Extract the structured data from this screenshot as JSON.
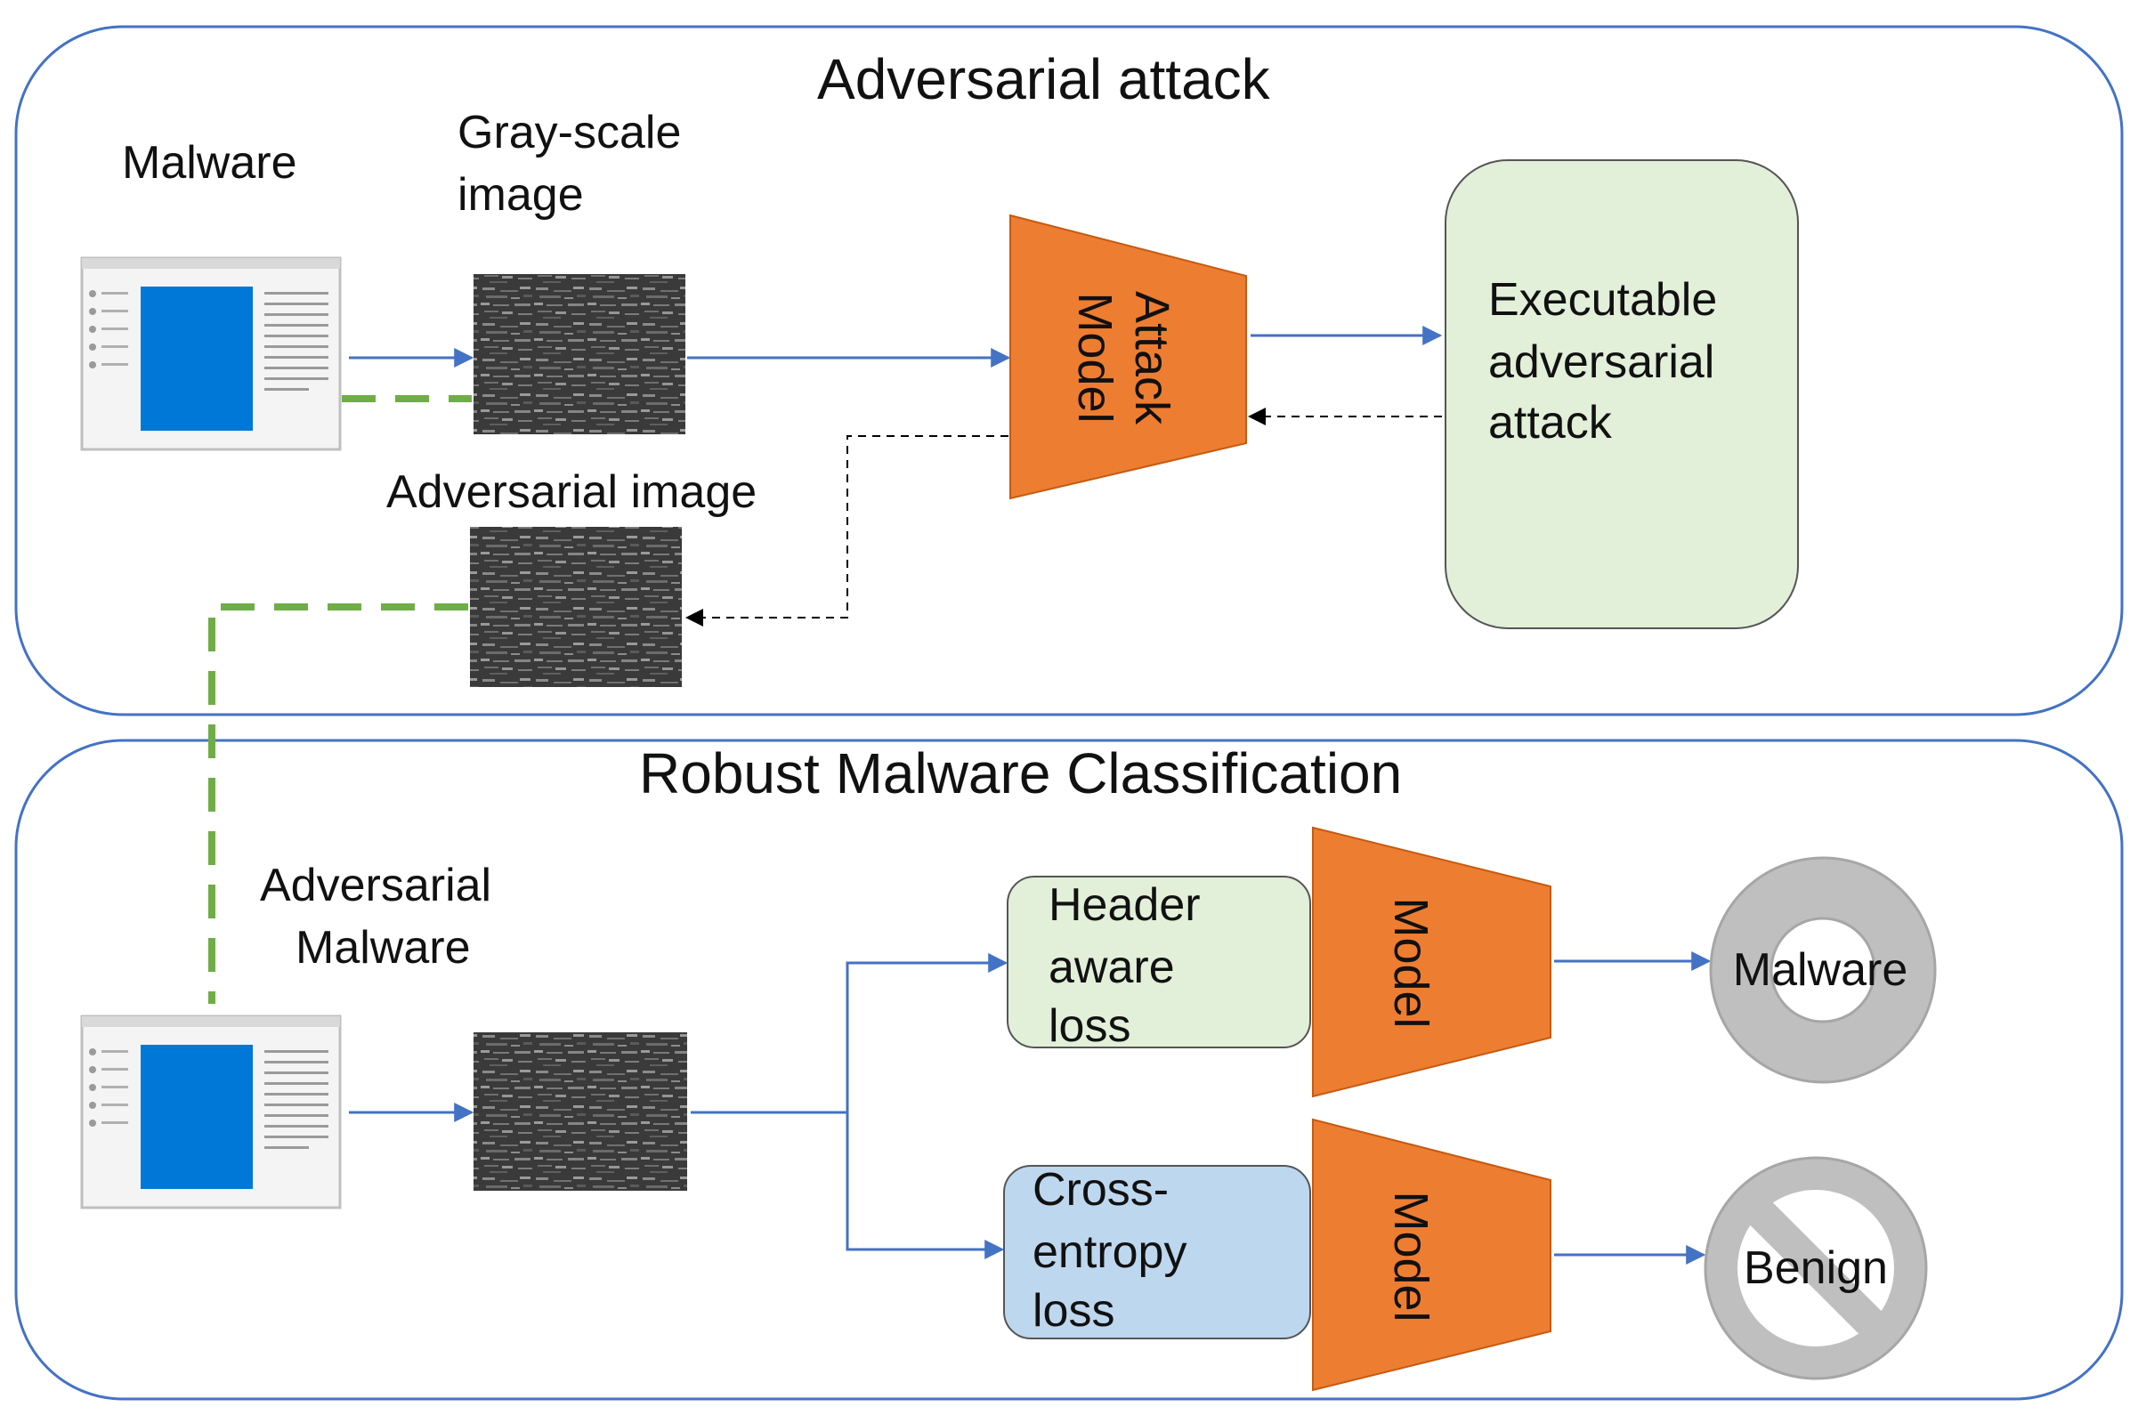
{
  "colors": {
    "panel_border": "#4472C4",
    "arrow_blue": "#4472C4",
    "arrow_dashed_black": "#000000",
    "dashed_green": "#70AD47",
    "model_orange": "#ED7D31",
    "green_box": "#E2EFD9",
    "blue_box": "#BDD7EE",
    "window_blue": "#0078D7",
    "gray_icon": "#BFBFBF"
  },
  "top_panel": {
    "title": "Adversarial  attack",
    "malware_label": "Malware",
    "grayscale_label": [
      "Gray-scale",
      "image"
    ],
    "adversarial_image_label": "Adversarial image",
    "attack_model_label": [
      "Attack",
      "Model"
    ],
    "executable_box_label": [
      "Executable",
      "adversarial",
      "attack"
    ]
  },
  "bottom_panel": {
    "title": "Robust Malware Classification",
    "adversarial_malware_label": [
      "Adversarial",
      "Malware"
    ],
    "header_loss_label": [
      "Header",
      "aware",
      "loss"
    ],
    "cross_entropy_label": [
      "Cross-",
      "entropy",
      "loss"
    ],
    "model_label": "Model",
    "output_malware": "Malware",
    "output_benign": "Benign"
  },
  "icons": {
    "malware_window": "app-window-icon",
    "grayscale_texture": "grayscale-image-icon",
    "malware_output": "circle-ring-icon",
    "benign_output": "prohibited-sign-icon"
  }
}
